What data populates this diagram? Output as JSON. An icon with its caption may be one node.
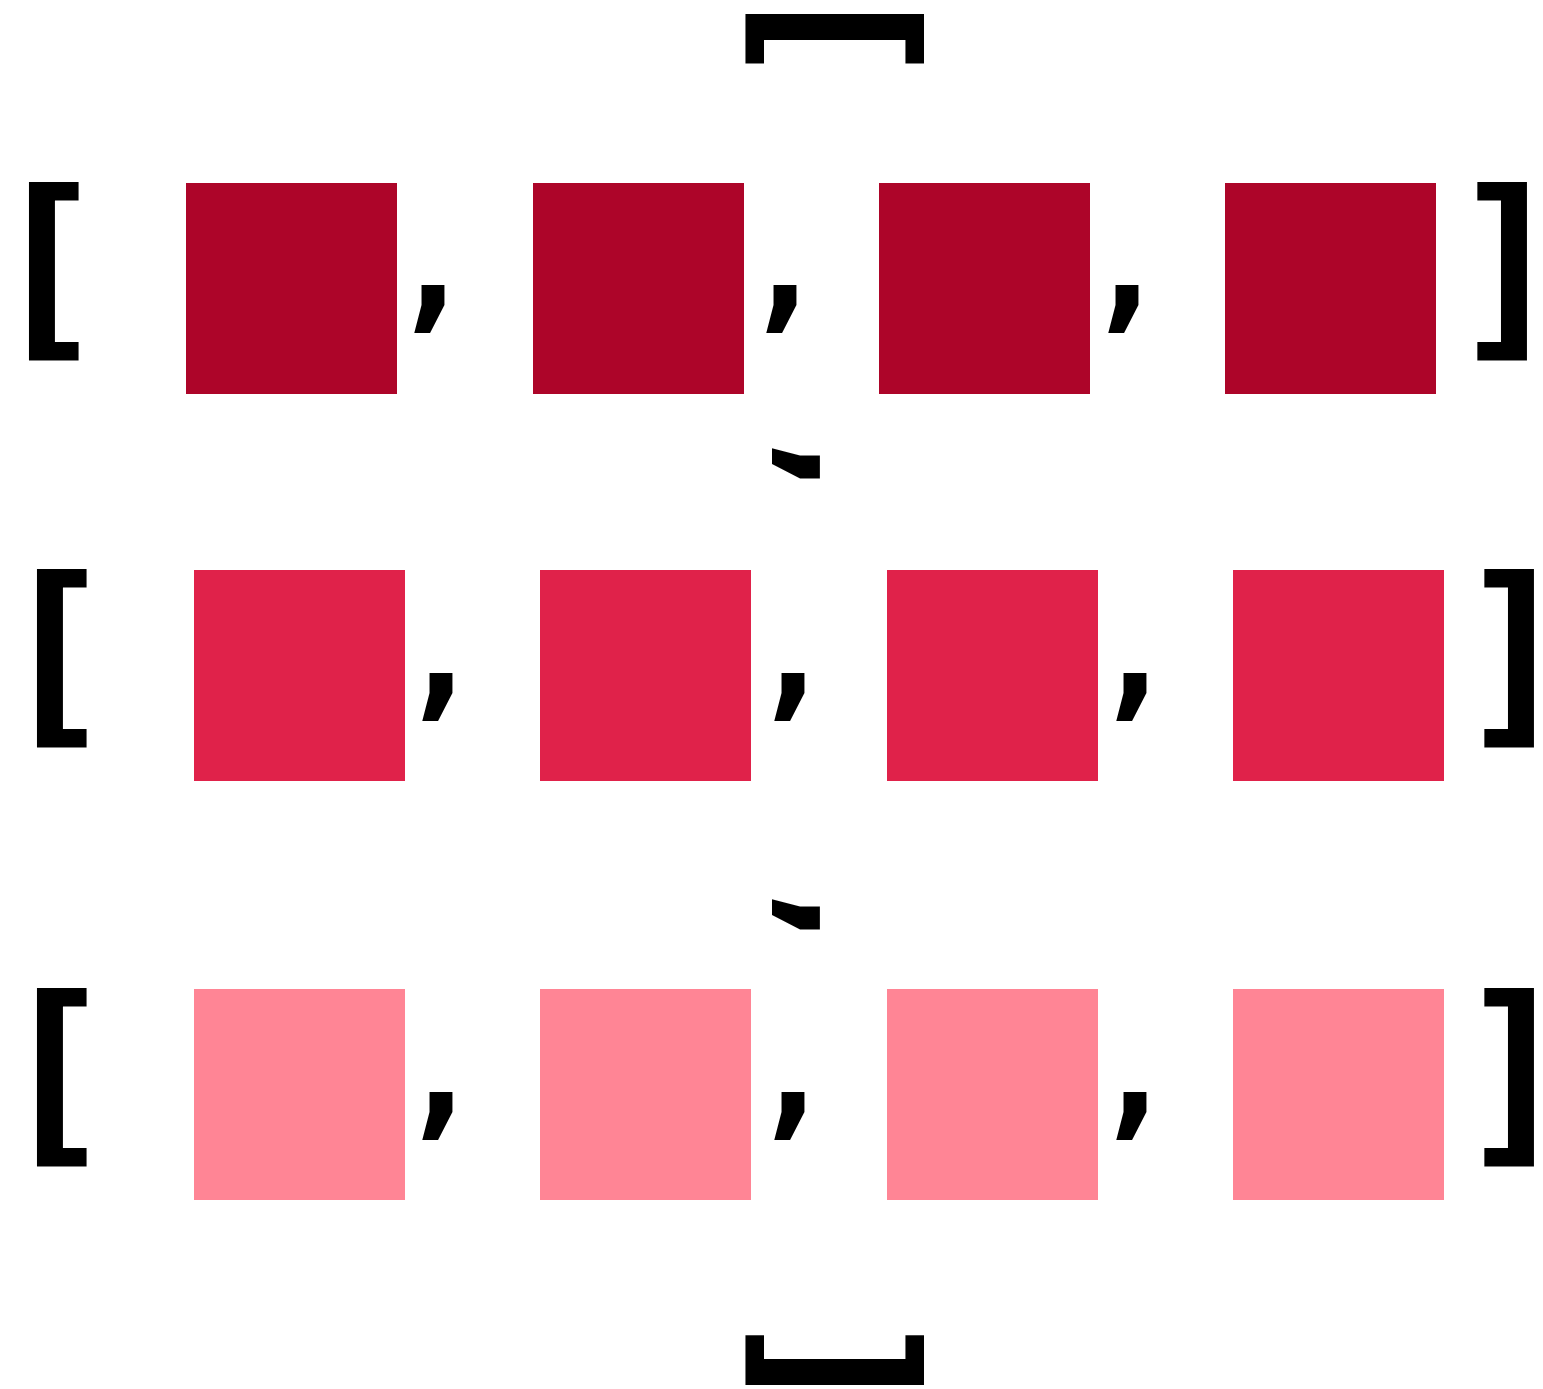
{
  "diagram": {
    "nodes": [
      {
        "text": [],
        "shape": "box"
      },
      {
        "text": [],
        "shape": "box"
      },
      {
        "text": [],
        "shape": "box"
      },
      {
        "text": [],
        "shape": "box"
      },
      {
        "text": [],
        "shape": "box"
      },
      {
        "text": [],
        "shape": "box"
      },
      {
        "text": [],
        "shape": "box"
      },
      {
        "text": [],
        "shape": "box"
      },
      {
        "text": [],
        "shape": "box"
      },
      {
        "text": [],
        "shape": "box"
      },
      {
        "text": [],
        "shape": "box"
      },
      {
        "text": [],
        "shape": "box"
      }
    ],
    "labels": [
      "[",
      "[",
      ",",
      ",",
      ",",
      "]",
      ",",
      "[",
      ",",
      ",",
      ",",
      "]",
      ",",
      "[",
      ",",
      ",",
      ",",
      "]",
      "]"
    ]
  }
}
